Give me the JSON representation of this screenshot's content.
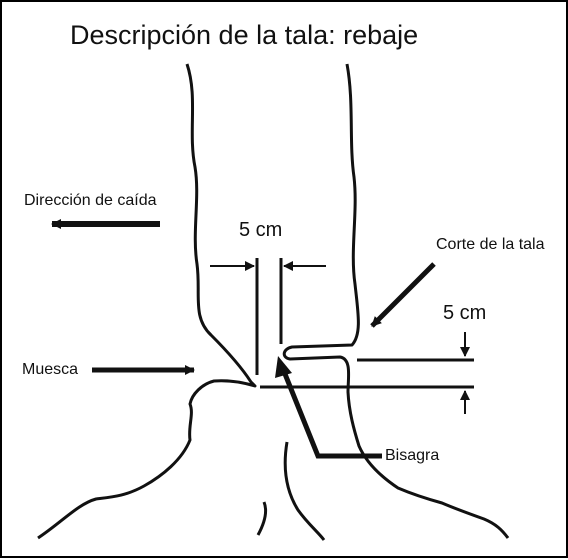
{
  "title": "Descripción de la tala: rebaje",
  "labels": {
    "direction": "Dirección de caída",
    "notch": "Muesca",
    "felling_cut": "Corte de la tala",
    "hinge": "Bisagra",
    "hinge_width": "5 cm",
    "step_height": "5 cm"
  },
  "colors": {
    "line": "#111111",
    "background": "#ffffff"
  }
}
